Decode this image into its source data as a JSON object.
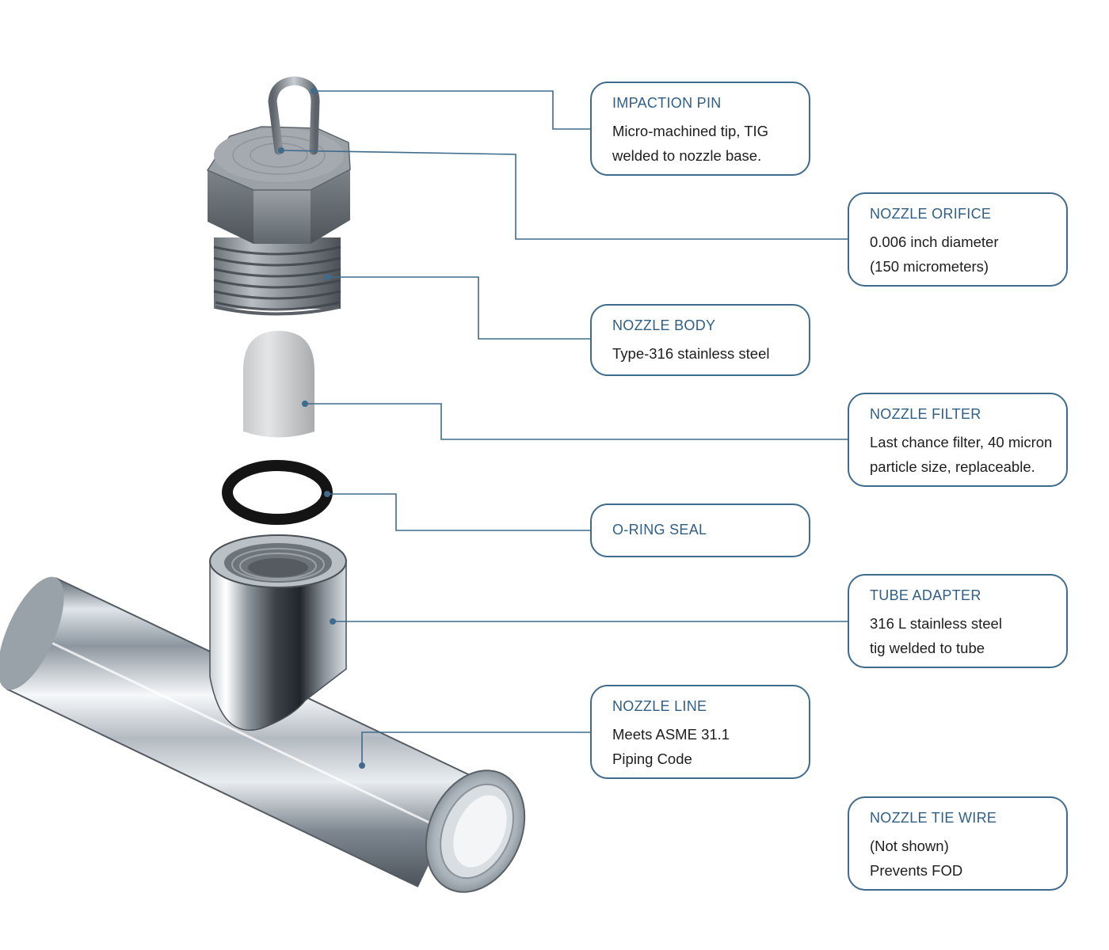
{
  "colors": {
    "accent": "#3f6b8c",
    "label": "#2f5f86",
    "text": "#1e1e1e"
  },
  "callouts": {
    "impaction_pin": {
      "title": "IMPACTION PIN",
      "lines": [
        "Micro-machined tip, TIG",
        "welded to nozzle base."
      ]
    },
    "nozzle_orifice": {
      "title": "NOZZLE ORIFICE",
      "lines": [
        "0.006 inch diameter",
        "(150 micrometers)"
      ]
    },
    "nozzle_body": {
      "title": "NOZZLE BODY",
      "lines": [
        "Type-316 stainless steel"
      ]
    },
    "nozzle_filter": {
      "title": "NOZZLE FILTER",
      "lines": [
        "Last chance filter, 40 micron",
        "particle size, replaceable."
      ]
    },
    "o_ring_seal": {
      "title": "O-RING SEAL",
      "lines": []
    },
    "tube_adapter": {
      "title": "TUBE ADAPTER",
      "lines": [
        "316 L stainless steel",
        "tig welded to tube"
      ]
    },
    "nozzle_line": {
      "title": "NOZZLE LINE",
      "lines": [
        "Meets ASME 31.1",
        "Piping Code"
      ]
    },
    "nozzle_tie_wire": {
      "title": "NOZZLE TIE WIRE",
      "lines": [
        "(Not shown)",
        "Prevents FOD"
      ]
    }
  }
}
